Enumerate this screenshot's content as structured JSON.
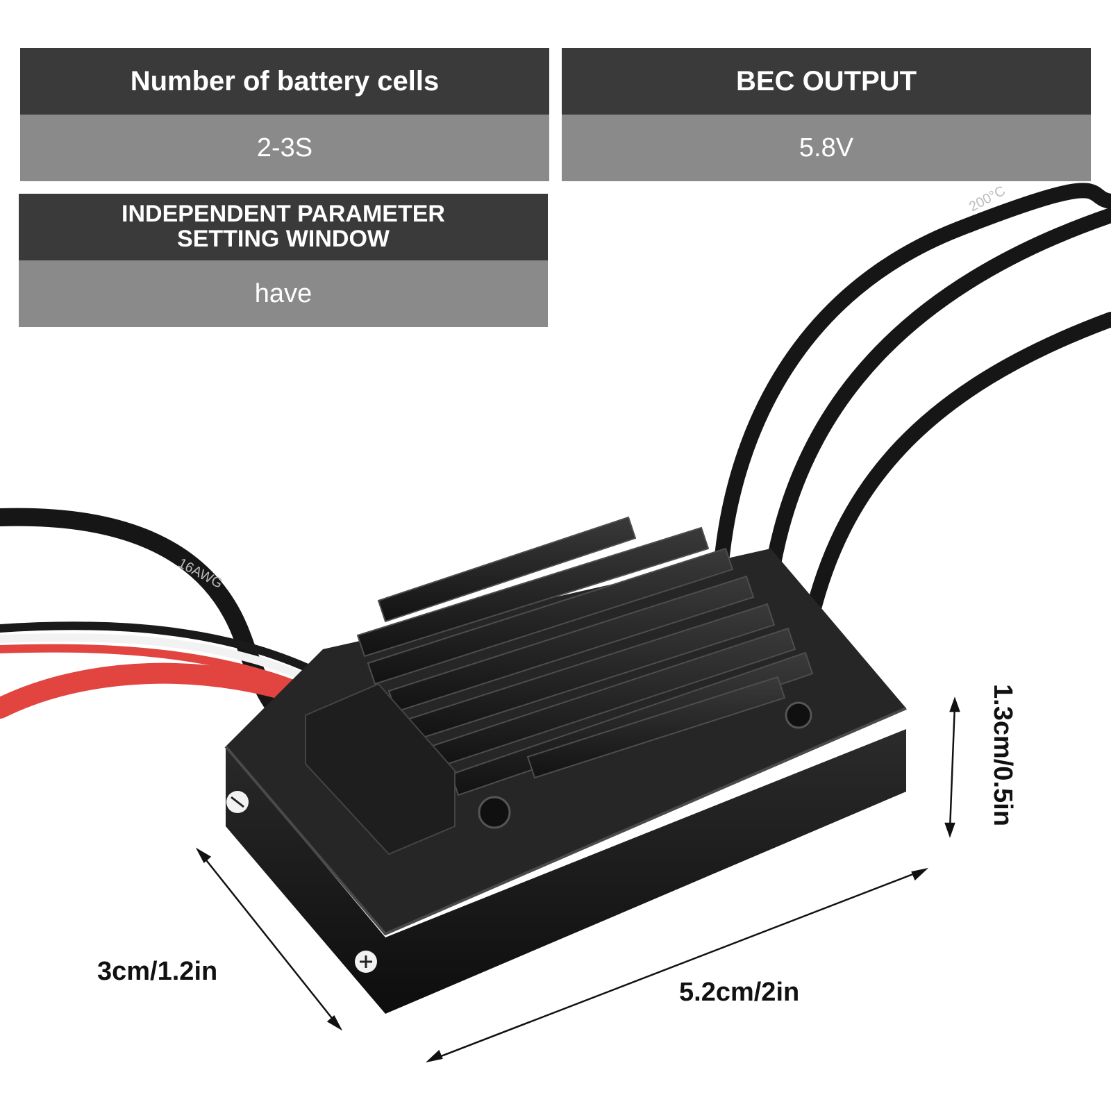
{
  "specs": [
    {
      "label": "Number of battery cells",
      "value": "2-3S"
    },
    {
      "label": "BEC OUTPUT",
      "value": "5.8V"
    },
    {
      "label_line1": "INDEPENDENT PARAMETER",
      "label_line2": "SETTING WINDOW",
      "value": "have"
    }
  ],
  "dimensions": {
    "width": "3cm/1.2in",
    "length": "5.2cm/2in",
    "height": "1.3cm/0.5in"
  },
  "wire_markings": {
    "top": "200°C",
    "left": "16AWG"
  },
  "colors": {
    "header_bg": "#3a3a3a",
    "value_bg": "#8a8a8a",
    "wire_red": "#e2443f",
    "wire_black": "#161616"
  }
}
